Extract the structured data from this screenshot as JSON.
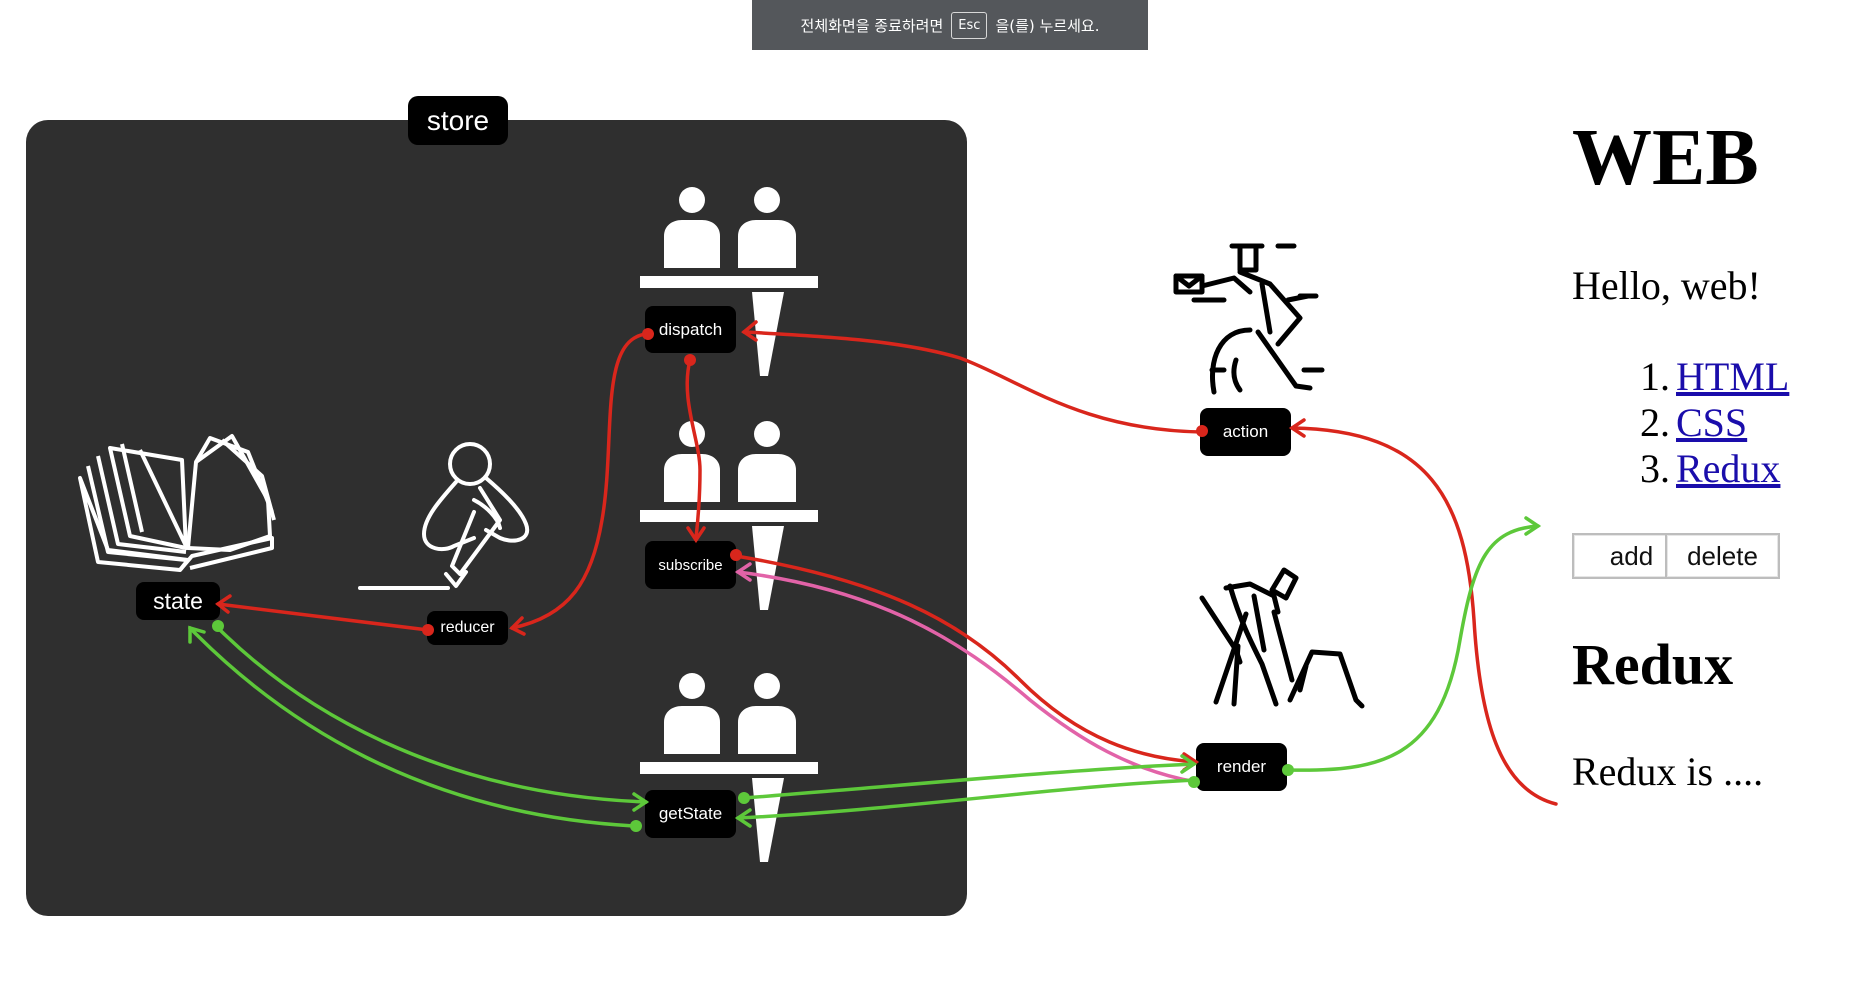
{
  "fullscreen_notice": {
    "before": "전체화면을 종료하려면",
    "key": "Esc",
    "after": "을(를) 누르세요."
  },
  "diagram": {
    "store_label": "store",
    "state_label": "state",
    "reducer_label": "reducer",
    "dispatch_label": "dispatch",
    "subscribe_label": "subscribe",
    "getstate_label": "getState",
    "action_label": "action",
    "render_label": "render",
    "colors": {
      "panel": "#2f2f2f",
      "red": "#d9261c",
      "green": "#5dc83a",
      "pink": "#e263a8",
      "label_bg": "#000000"
    }
  },
  "web_page": {
    "title": "WEB",
    "greeting": "Hello, web!",
    "nav": [
      {
        "number": "1.",
        "label": "HTML"
      },
      {
        "number": "2.",
        "label": "CSS"
      },
      {
        "number": "3.",
        "label": "Redux"
      }
    ],
    "add_button": "add",
    "delete_button": "delete",
    "article_title": "Redux",
    "article_body": "Redux is ...."
  }
}
